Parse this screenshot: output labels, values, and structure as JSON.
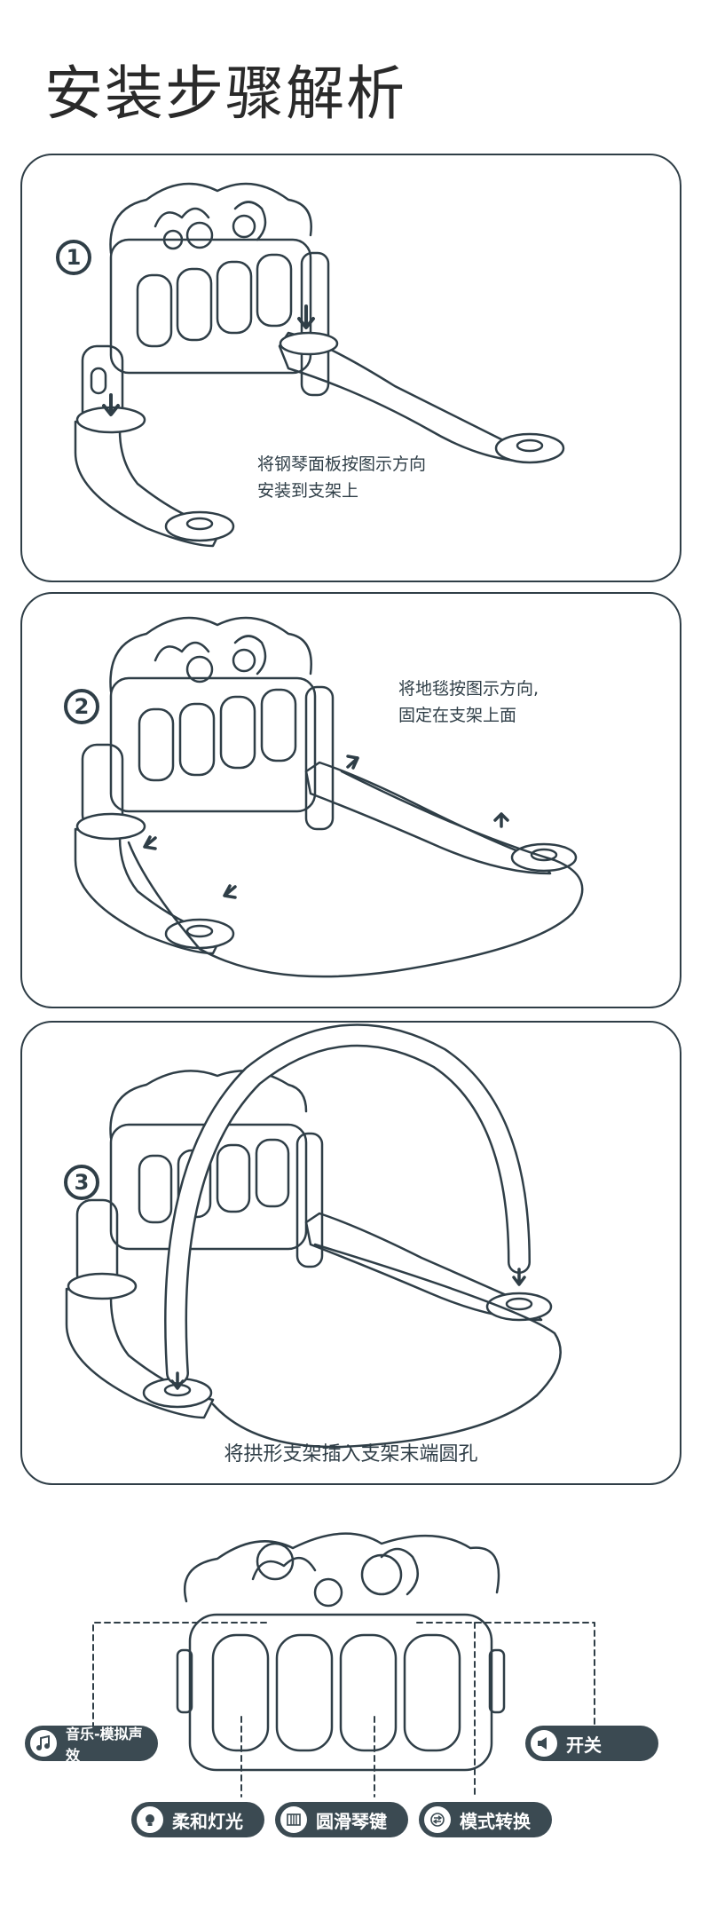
{
  "page": {
    "title": "安装步骤解析"
  },
  "steps": [
    {
      "number": "1",
      "caption": "将钢琴面板按图示方向\n安装到支架上"
    },
    {
      "number": "2",
      "caption": "将地毯按图示方向,\n固定在支架上面"
    },
    {
      "number": "3",
      "caption": "将拱形支架插入支架末端圆孔"
    }
  ],
  "features": {
    "music": {
      "label": "音乐-模拟声效",
      "icon": "music-note-icon"
    },
    "switch": {
      "label": "开关",
      "icon": "speaker-icon"
    },
    "light": {
      "label": "柔和灯光",
      "icon": "lightbulb-icon"
    },
    "keys": {
      "label": "圆滑琴键",
      "icon": "piano-keys-icon"
    },
    "mode": {
      "label": "模式转换",
      "icon": "mode-switch-icon"
    }
  },
  "colors": {
    "line": "#2f3e47",
    "pill": "#3b4a52",
    "background": "#ffffff"
  }
}
